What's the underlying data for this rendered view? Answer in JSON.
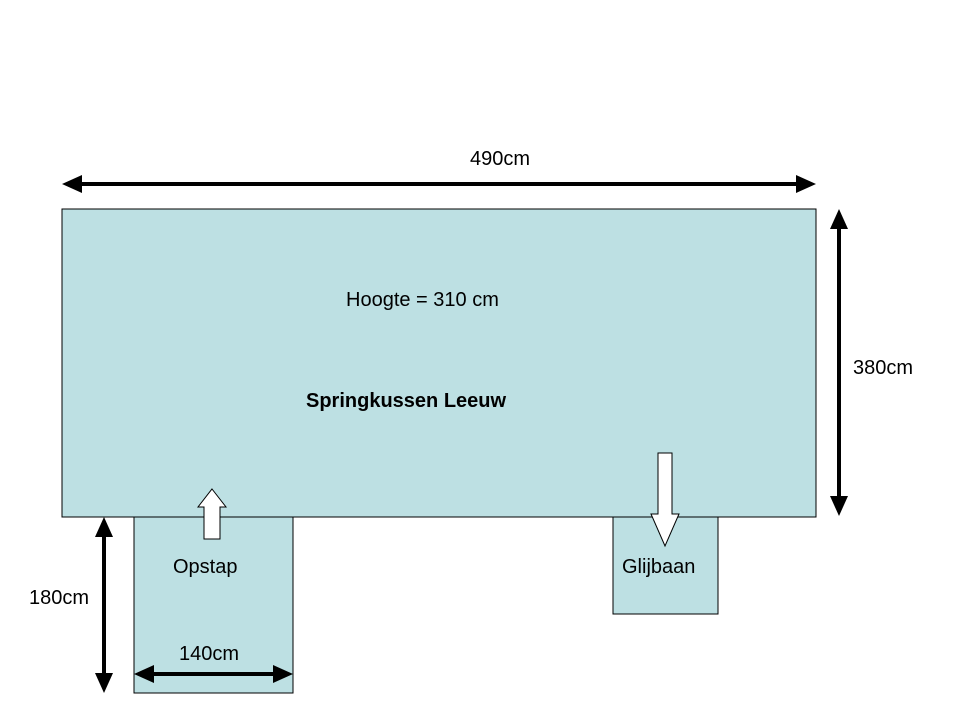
{
  "diagram": {
    "width_label": "490cm",
    "height_side_label": "380cm",
    "hoogte_label": "Hoogte = 310 cm",
    "title": "Springkussen Leeuw",
    "step_label": "Opstap",
    "slide_label": "Glijbaan",
    "step_length_label": "180cm",
    "step_width_label": "140cm"
  },
  "colors": {
    "fill": "#bde0e3",
    "stroke": "#000000",
    "arrow_fill": "#ffffff"
  }
}
